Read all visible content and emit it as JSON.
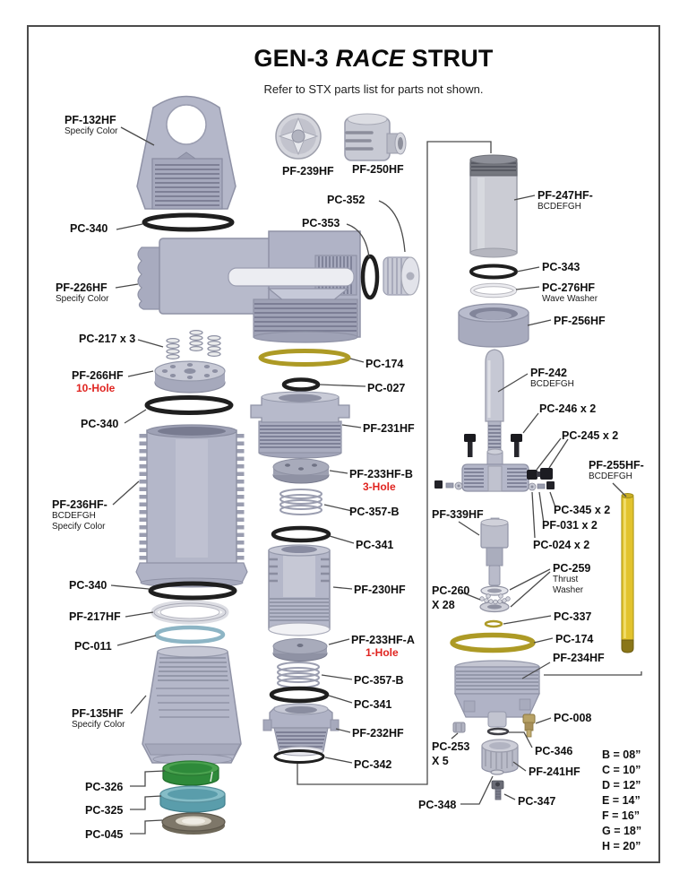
{
  "header": {
    "title_pre": "GEN-3 ",
    "title_italic": "RACE",
    "title_post": " STRUT",
    "subtitle": "Refer to STX parts list for parts not shown."
  },
  "labels": {
    "pf132": {
      "text": "PF-132HF",
      "sub": "Specify Color"
    },
    "pc340": {
      "text": "PC-340"
    },
    "pf226": {
      "text": "PF-226HF",
      "sub": "Specify Color"
    },
    "pc217": {
      "text": "PC-217 x 3"
    },
    "pf266": {
      "text": "PF-266HF",
      "variant": "10-Hole"
    },
    "pf236": {
      "text": "PF-236HF-",
      "sub": "BCDEFGH",
      "sub2": "Specify Color"
    },
    "pf217": {
      "text": "PF-217HF"
    },
    "pc011": {
      "text": "PC-011"
    },
    "pf135": {
      "text": "PF-135HF",
      "sub": "Specify Color"
    },
    "pc326": {
      "text": "PC-326"
    },
    "pc325": {
      "text": "PC-325"
    },
    "pc045": {
      "text": "PC-045"
    },
    "pf239": {
      "text": "PF-239HF"
    },
    "pf250": {
      "text": "PF-250HF"
    },
    "pc352": {
      "text": "PC-352"
    },
    "pc353": {
      "text": "PC-353"
    },
    "pc174": {
      "text": "PC-174"
    },
    "pc027": {
      "text": "PC-027"
    },
    "pf231": {
      "text": "PF-231HF"
    },
    "pf233b": {
      "text": "PF-233HF-B",
      "variant": "3-Hole"
    },
    "pc357": {
      "text": "PC-357-B"
    },
    "pc341": {
      "text": "PC-341"
    },
    "pf230": {
      "text": "PF-230HF"
    },
    "pf233a": {
      "text": "PF-233HF-A",
      "variant": "1-Hole"
    },
    "pf232": {
      "text": "PF-232HF"
    },
    "pc342": {
      "text": "PC-342"
    },
    "pf247": {
      "text": "PF-247HF-",
      "sub": "BCDEFGH"
    },
    "pc343": {
      "text": "PC-343"
    },
    "pc276": {
      "text": "PC-276HF",
      "sub": "Wave Washer"
    },
    "pf256": {
      "text": "PF-256HF"
    },
    "pf242": {
      "text": "PF-242",
      "sub": "BCDEFGH"
    },
    "pc246": {
      "text": "PC-246 x 2"
    },
    "pc245": {
      "text": "PC-245 x 2"
    },
    "pf255": {
      "text": "PF-255HF-",
      "sub": "BCDEFGH"
    },
    "pc345": {
      "text": "PC-345 x 2"
    },
    "pf031": {
      "text": "PF-031 x 2"
    },
    "pc024": {
      "text": "PC-024 x 2"
    },
    "pf339": {
      "text": "PF-339HF"
    },
    "pc260": {
      "text": "PC-260",
      "sub": "X 28"
    },
    "pc259": {
      "text": "PC-259",
      "sub": "Thrust",
      "sub2": "Washer"
    },
    "pc337": {
      "text": "PC-337"
    },
    "pf234": {
      "text": "PF-234HF"
    },
    "pc008": {
      "text": "PC-008"
    },
    "pc253": {
      "text": "PC-253",
      "sub": "X 5"
    },
    "pc346": {
      "text": "PC-346"
    },
    "pf241": {
      "text": "PF-241HF"
    },
    "pc348": {
      "text": "PC-348"
    },
    "pc347": {
      "text": "PC-347"
    }
  },
  "sizes": {
    "b": "B = 08”",
    "c": "C = 10”",
    "d": "D = 12”",
    "e": "E = 14”",
    "f": "F = 16”",
    "g": "G = 18”",
    "h": "H = 20”"
  },
  "colors": {
    "accent_red": "#e02420",
    "part": "#b4b7c9",
    "oring": "#1f1f1f",
    "gold": "#ad9a25",
    "rod_yellow": "#e2c32d",
    "ring_green": "#2e8a3a",
    "ring_teal": "#5a9dab",
    "ring_bronze": "#7e7769",
    "ring_blue": "#8db5c5",
    "brass": "#b8a266"
  }
}
